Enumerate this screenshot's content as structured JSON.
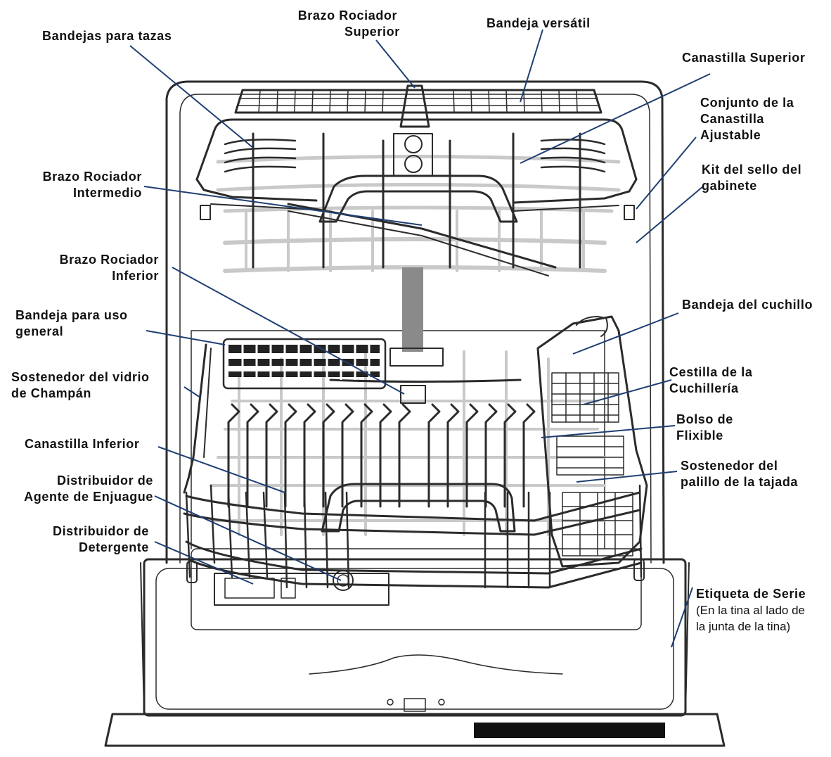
{
  "labels": {
    "brazo_superior": [
      "Brazo Rociador",
      "Superior"
    ],
    "bandejas_tazas": [
      "Bandejas para tazas"
    ],
    "bandeja_versatil": [
      "Bandeja versátil"
    ],
    "canastilla_superior": [
      "Canastilla Superior"
    ],
    "conjunto_canastilla": [
      "Conjunto de la",
      "Canastilla",
      "Ajustable"
    ],
    "kit_sello": [
      "Kit del sello del",
      "gabinete"
    ],
    "brazo_intermedio": [
      "Brazo Rociador",
      "Intermedio"
    ],
    "brazo_inferior": [
      "Brazo Rociador",
      "Inferior"
    ],
    "bandeja_uso_general": [
      "Bandeja para uso",
      "general"
    ],
    "sostenedor_champan": [
      "Sostenedor del vidrio",
      "de Champán"
    ],
    "canastilla_inferior": [
      "Canastilla Inferior"
    ],
    "distribuidor_enjuague": [
      "Distribuidor de",
      "Agente de Enjuague"
    ],
    "distribuidor_detergente": [
      "Distribuidor de",
      "Detergente"
    ],
    "bandeja_cuchillo": [
      "Bandeja del cuchillo"
    ],
    "cestilla_cuchilleria": [
      "Cestilla de la",
      "Cuchillería"
    ],
    "bolso_flexible": [
      "Bolso de",
      "Flixible"
    ],
    "sostenedor_palillo": [
      "Sostenedor del",
      "palillo de la tajada"
    ],
    "etiqueta_serie": [
      "Etiqueta de Serie"
    ],
    "etiqueta_serie_note": [
      "(En la tina al lado de",
      "la junta de la tina)"
    ]
  },
  "colors": {
    "leader": "#1f3f72",
    "outline": "#2b2b2b",
    "background_rack": "#c9c9c9",
    "label_bar": "#111111"
  }
}
